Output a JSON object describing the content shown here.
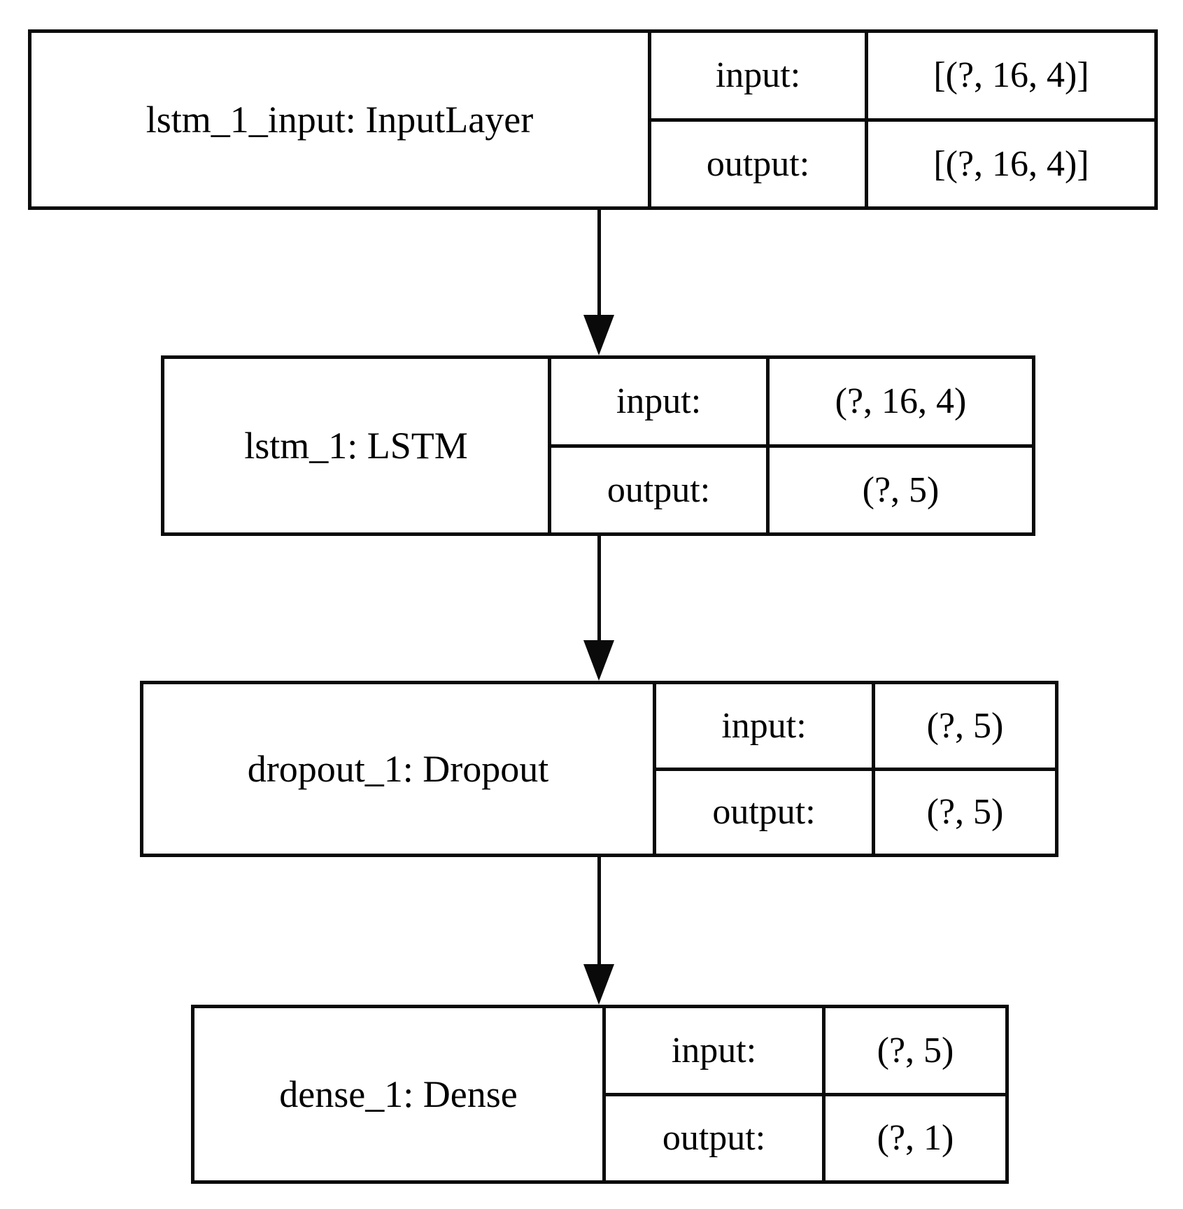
{
  "diagram": {
    "type": "model-architecture-flowchart",
    "colors": {
      "background": "#ffffff",
      "border": "#000000",
      "text": "#000000"
    },
    "layers": [
      {
        "name": "lstm_1_input: InputLayer",
        "input_label": "input:",
        "output_label": "output:",
        "input_shape": "[(?, 16, 4)]",
        "output_shape": "[(?, 16, 4)]"
      },
      {
        "name": "lstm_1: LSTM",
        "input_label": "input:",
        "output_label": "output:",
        "input_shape": "(?, 16, 4)",
        "output_shape": "(?, 5)"
      },
      {
        "name": "dropout_1: Dropout",
        "input_label": "input:",
        "output_label": "output:",
        "input_shape": "(?, 5)",
        "output_shape": "(?, 5)"
      },
      {
        "name": "dense_1: Dense",
        "input_label": "input:",
        "output_label": "output:",
        "input_shape": "(?, 5)",
        "output_shape": "(?, 1)"
      }
    ],
    "edges": [
      {
        "from": "lstm_1_input: InputLayer",
        "to": "lstm_1: LSTM"
      },
      {
        "from": "lstm_1: LSTM",
        "to": "dropout_1: Dropout"
      },
      {
        "from": "dropout_1: Dropout",
        "to": "dense_1: Dense"
      }
    ]
  }
}
